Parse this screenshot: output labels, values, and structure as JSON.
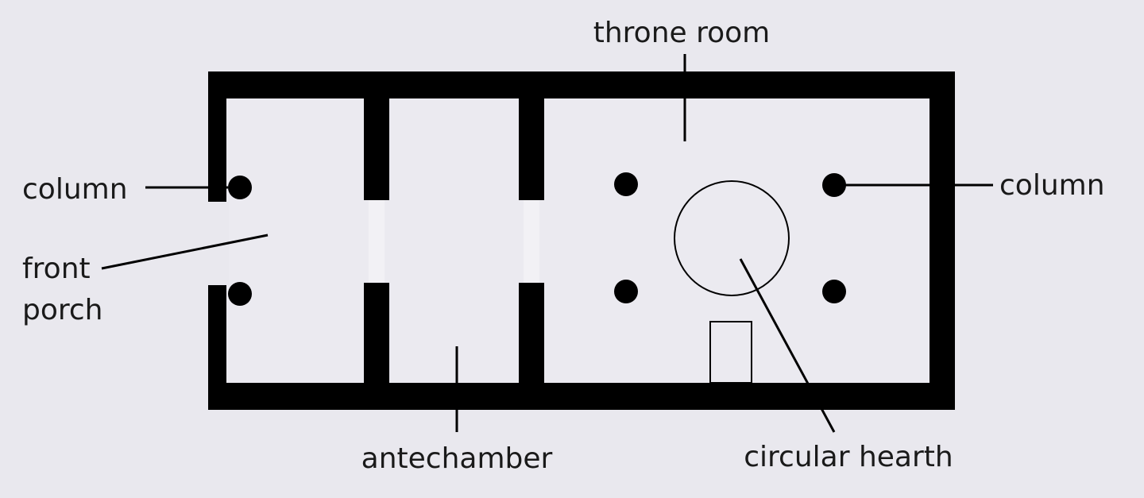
{
  "labels": {
    "throne_room": "throne room",
    "column_left": "column",
    "front_porch_line1": "front",
    "front_porch_line2": "porch",
    "column_right": "column",
    "antechamber": "antechamber",
    "circular_hearth": "circular hearth"
  },
  "colors": {
    "background": "#e9e8ee",
    "room_fill": "#ebeaf0",
    "wall": "#000000",
    "text": "#1a1a1a"
  }
}
